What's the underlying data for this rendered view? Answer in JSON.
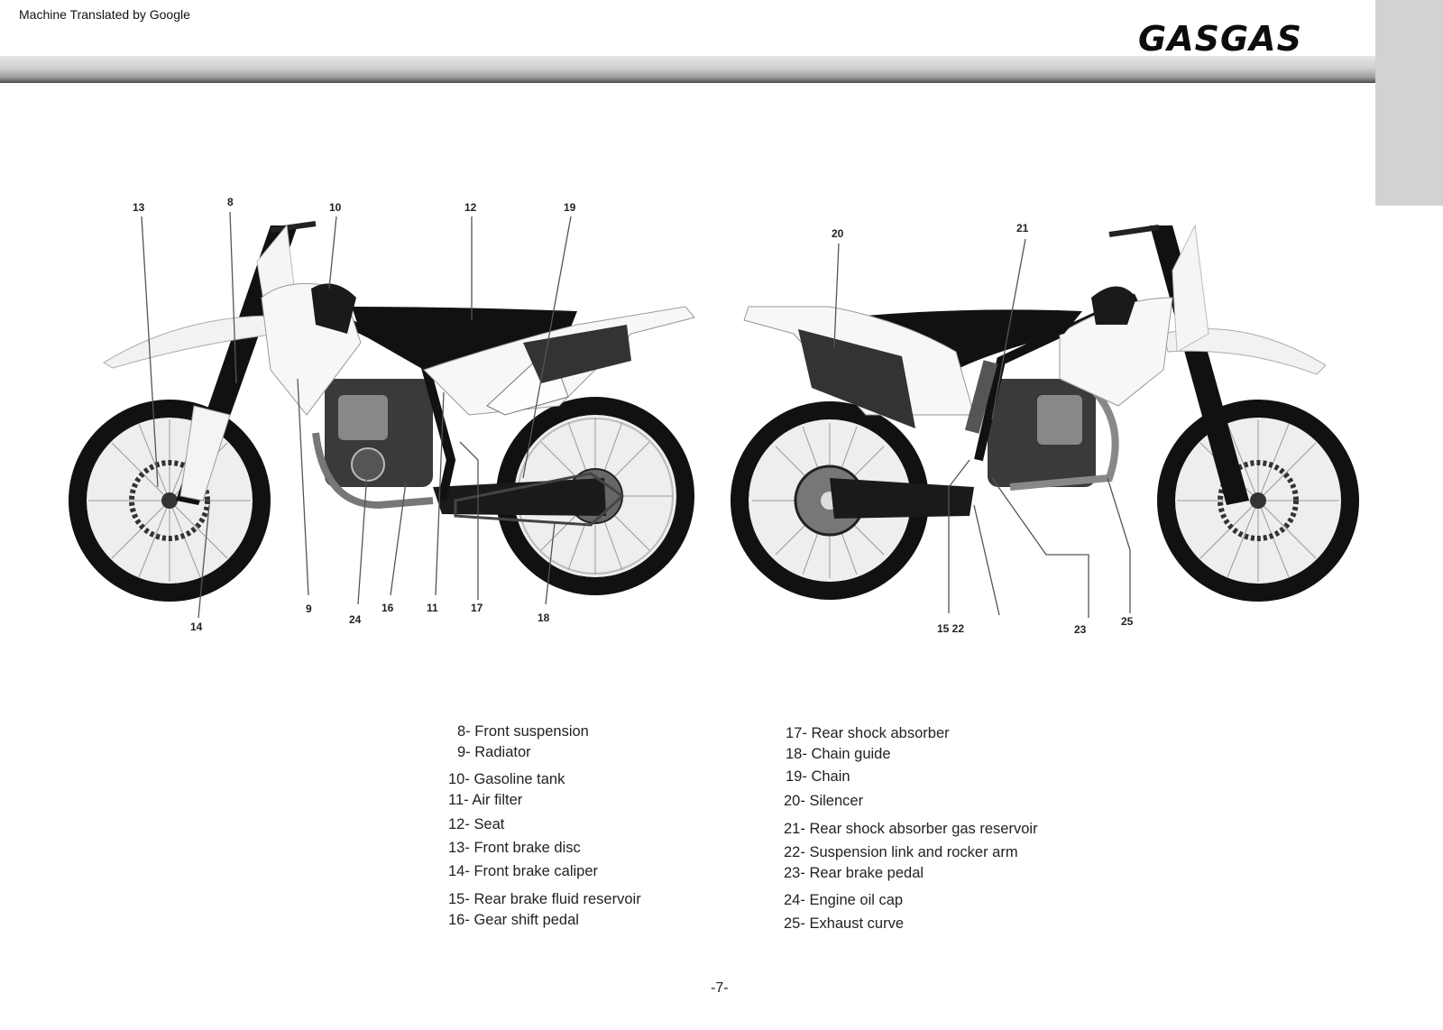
{
  "header": {
    "translation_note": "Machine Translated by Google",
    "brand_logo": "GASGAS"
  },
  "diagram": {
    "callouts": {
      "c13": "13",
      "c8": "8",
      "c10": "10",
      "c12": "12",
      "c19": "19",
      "c9": "9",
      "c24": "24",
      "c16": "16",
      "c11": "11",
      "c17": "17",
      "c18": "18",
      "c14": "14",
      "c20": "20",
      "c21": "21",
      "c15_22": "15 22",
      "c23": "23",
      "c25": "25"
    }
  },
  "legend": {
    "left": [
      {
        "number": "8-",
        "label": "Front suspension"
      },
      {
        "number": "9-",
        "label": "Radiator"
      },
      {
        "number": "10-",
        "label": "Gasoline tank"
      },
      {
        "number": "11-",
        "label": "Air filter"
      },
      {
        "number": "12-",
        "label": "Seat"
      },
      {
        "number": "13-",
        "label": "Front brake disc"
      },
      {
        "number": "14-",
        "label": "Front brake caliper"
      },
      {
        "number": "15-",
        "label": "Rear brake fluid reservoir"
      },
      {
        "number": "16-",
        "label": "Gear shift pedal"
      }
    ],
    "right": [
      {
        "number": "17-",
        "label": "Rear shock absorber"
      },
      {
        "number": "18-",
        "label": "Chain guide"
      },
      {
        "number": "19-",
        "label": "Chain"
      },
      {
        "number": "20-",
        "label": "Silencer"
      },
      {
        "number": "21-",
        "label": "Rear shock absorber gas reservoir"
      },
      {
        "number": "22-",
        "label": "Suspension link and rocker arm"
      },
      {
        "number": "23-",
        "label": "Rear brake pedal"
      },
      {
        "number": "24-",
        "label": "Engine oil cap"
      },
      {
        "number": "25-",
        "label": "Exhaust curve"
      }
    ]
  },
  "footer": {
    "page_number": "-7-"
  }
}
